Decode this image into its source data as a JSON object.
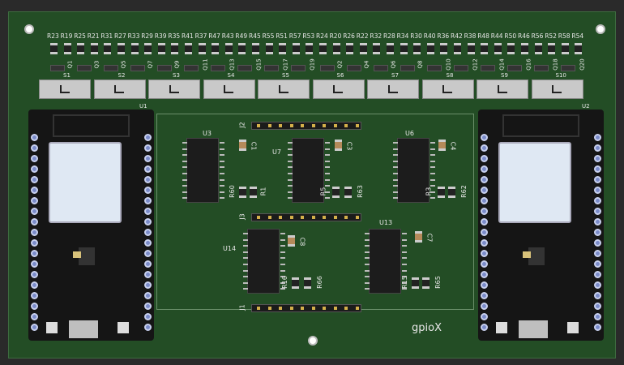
{
  "board": {
    "silk_text": "gpioX",
    "colors": {
      "pcb": "#234d25",
      "silk": "#e8e8e8",
      "header_pin": "#d4b04a"
    }
  },
  "top_resistors": [
    "R23",
    "R19",
    "R25",
    "R21",
    "R31",
    "R27",
    "R33",
    "R29",
    "R39",
    "R35",
    "R41",
    "R37",
    "R47",
    "R43",
    "R49",
    "R45",
    "R55",
    "R51",
    "R57",
    "R53",
    "R24",
    "R20",
    "R26",
    "R22",
    "R32",
    "R28",
    "R34",
    "R30",
    "R40",
    "R36",
    "R42",
    "R38",
    "R48",
    "R44",
    "R50",
    "R46",
    "R56",
    "R52",
    "R58",
    "R54"
  ],
  "transistors": [
    "Q1",
    "Q3",
    "Q5",
    "Q7",
    "Q9",
    "Q11",
    "Q13",
    "Q15",
    "Q17",
    "Q19",
    "Q2",
    "Q4",
    "Q6",
    "Q8",
    "Q10",
    "Q12",
    "Q14",
    "Q16",
    "Q18",
    "Q20"
  ],
  "switches": [
    "S1",
    "S2",
    "S3",
    "S4",
    "S5",
    "S6",
    "S7",
    "S8",
    "S9",
    "S10"
  ],
  "modules": [
    "U1",
    "U2"
  ],
  "ics": [
    {
      "ref": "U3"
    },
    {
      "ref": "U7"
    },
    {
      "ref": "U6"
    },
    {
      "ref": "U14"
    },
    {
      "ref": "U13"
    }
  ],
  "headers": [
    "J2",
    "J3",
    "J1"
  ],
  "caps": [
    "C1",
    "C3",
    "C4",
    "C8",
    "C7"
  ],
  "resistors": [
    "R60",
    "R1",
    "R5",
    "R63",
    "R3",
    "R62",
    "R16",
    "R66",
    "R15",
    "R65"
  ]
}
